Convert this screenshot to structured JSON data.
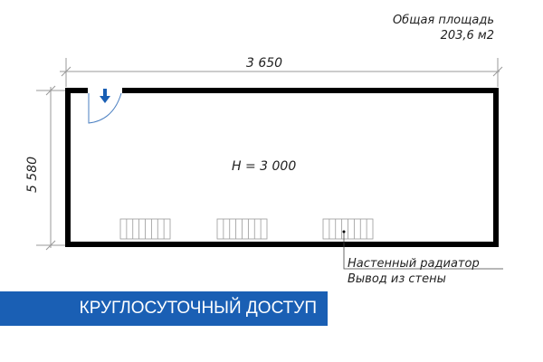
{
  "area": {
    "label": "Общая площадь",
    "value": "203,6 м2"
  },
  "dimensions": {
    "width": "3 650",
    "length": "5 580",
    "height": "H = 3 000"
  },
  "radiator_note": {
    "line1": "Настенный радиатор",
    "line2": "Вывод из стены"
  },
  "banner": "КРУГЛОСУТОЧНЫЙ ДОСТУП",
  "colors": {
    "accent": "#1a5fb4",
    "wall": "#000000"
  }
}
